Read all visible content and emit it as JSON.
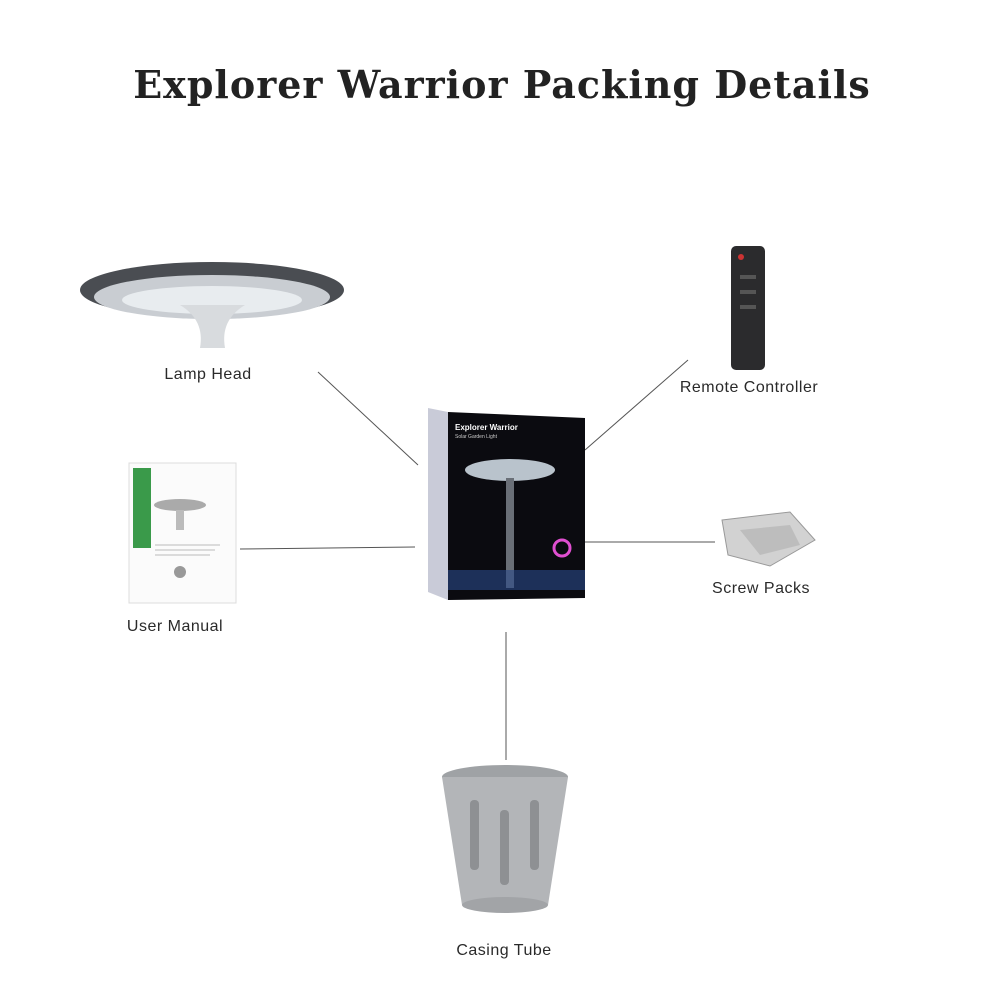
{
  "title": "Explorer Warrior Packing Details",
  "items": {
    "lamp_head": "Lamp Head",
    "remote": "Remote Controller",
    "manual": "User Manual",
    "screws": "Screw Packs",
    "casing": "Casing Tube"
  },
  "box": {
    "brand": "Explorer Warrior",
    "subtitle": "Solar Garden Light"
  }
}
